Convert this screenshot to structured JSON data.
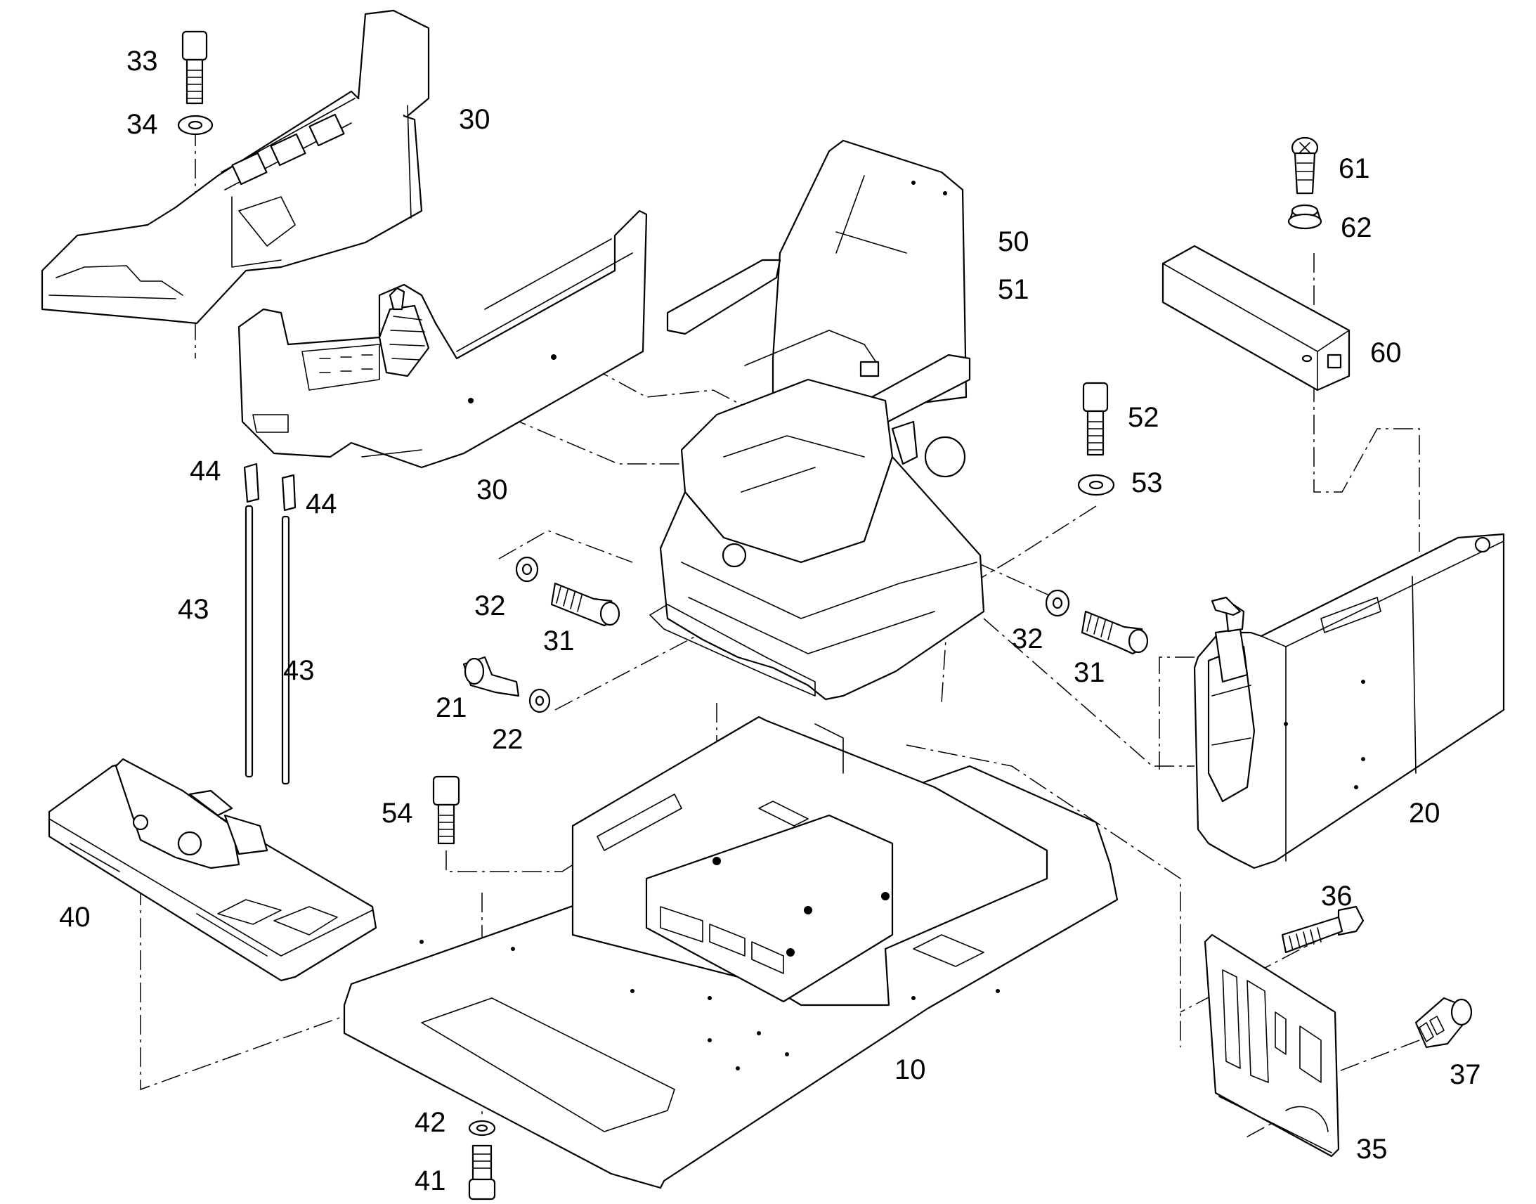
{
  "diagram": {
    "callouts": {
      "p10": "10",
      "p20": "20",
      "p21": "21",
      "p22": "22",
      "p30a": "30",
      "p30b": "30",
      "p31a": "31",
      "p31b": "31",
      "p32a": "32",
      "p32b": "32",
      "p33": "33",
      "p34": "34",
      "p35": "35",
      "p36": "36",
      "p37": "37",
      "p40": "40",
      "p41": "41",
      "p42": "42",
      "p43a": "43",
      "p43b": "43",
      "p44a": "44",
      "p44b": "44",
      "p50": "50",
      "p51": "51",
      "p52": "52",
      "p53": "53",
      "p54": "54",
      "p60": "60",
      "p61": "61",
      "p62": "62"
    }
  }
}
